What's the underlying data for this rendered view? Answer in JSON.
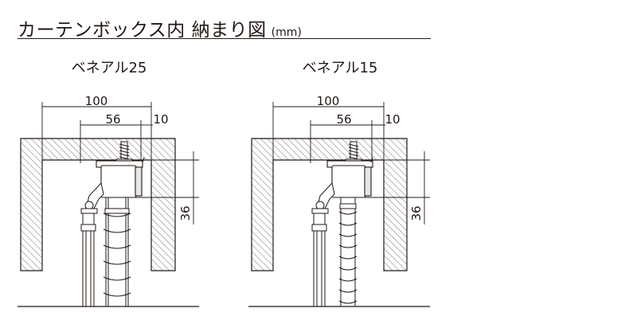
{
  "title": "カーテンボックス内 納まり図",
  "unit": "(mm)",
  "models": [
    {
      "name": "ベネアル25",
      "dims": {
        "box_inner_width": "100",
        "bracket_width": "56",
        "offset": "10",
        "height": "36"
      }
    },
    {
      "name": "ベネアル15",
      "dims": {
        "box_inner_width": "100",
        "bracket_width": "56",
        "offset": "10",
        "height": "36"
      }
    }
  ]
}
